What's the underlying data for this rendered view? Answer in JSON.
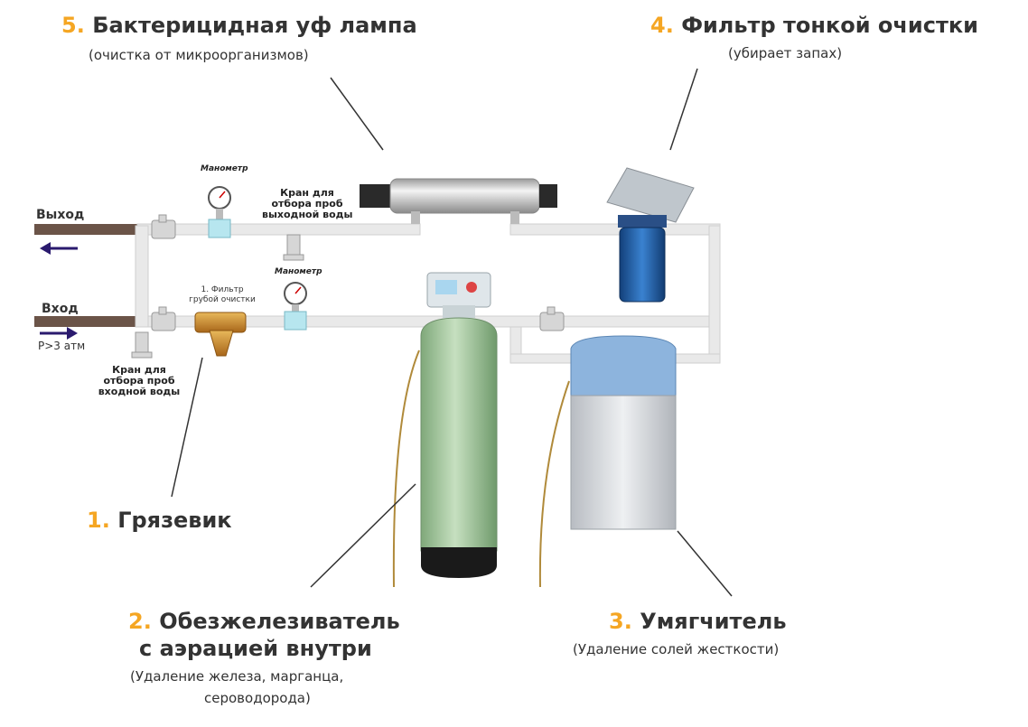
{
  "components": [
    {
      "num": "5.",
      "title": "Бактерицидная уф лампа",
      "sub": "(очистка от микроорганизмов)"
    },
    {
      "num": "4.",
      "title": "Фильтр тонкой очистки",
      "sub": "(убирает запах)"
    },
    {
      "num": "1.",
      "title": "Грязевик"
    },
    {
      "num": "2.",
      "title_l1": "Обезжелезиватель",
      "title_l2": "с аэрацией внутри",
      "sub_l1": "(Удаление железа, марганца,",
      "sub_l2": "сероводорода)"
    },
    {
      "num": "3.",
      "title": "Умягчитель",
      "sub": "(Удаление солей жесткости)"
    }
  ],
  "pipe_labels": {
    "outlet": "Выход",
    "inlet": "Вход",
    "pressure": "P>3 атм",
    "manometer_top": "Манометр",
    "manometer_bottom": "Манометр",
    "tap_out_l1": "Кран для",
    "tap_out_l2": "отбора проб",
    "tap_out_l3": "выходной воды",
    "tap_in_l1": "Кран для",
    "tap_in_l2": "отбора проб",
    "tap_in_l3": "входной воды",
    "strainer_l1": "1. Фильтр",
    "strainer_l2": "грубой очистки"
  },
  "colors": {
    "accent": "#f5a623",
    "pipe": "#e6e6e6",
    "supply_pipe": "#6b5448",
    "arrow": "#2a1a6e",
    "tank": "#9fc29a",
    "filter_blue": "#1f5fa8",
    "brass": "#c8862a"
  }
}
